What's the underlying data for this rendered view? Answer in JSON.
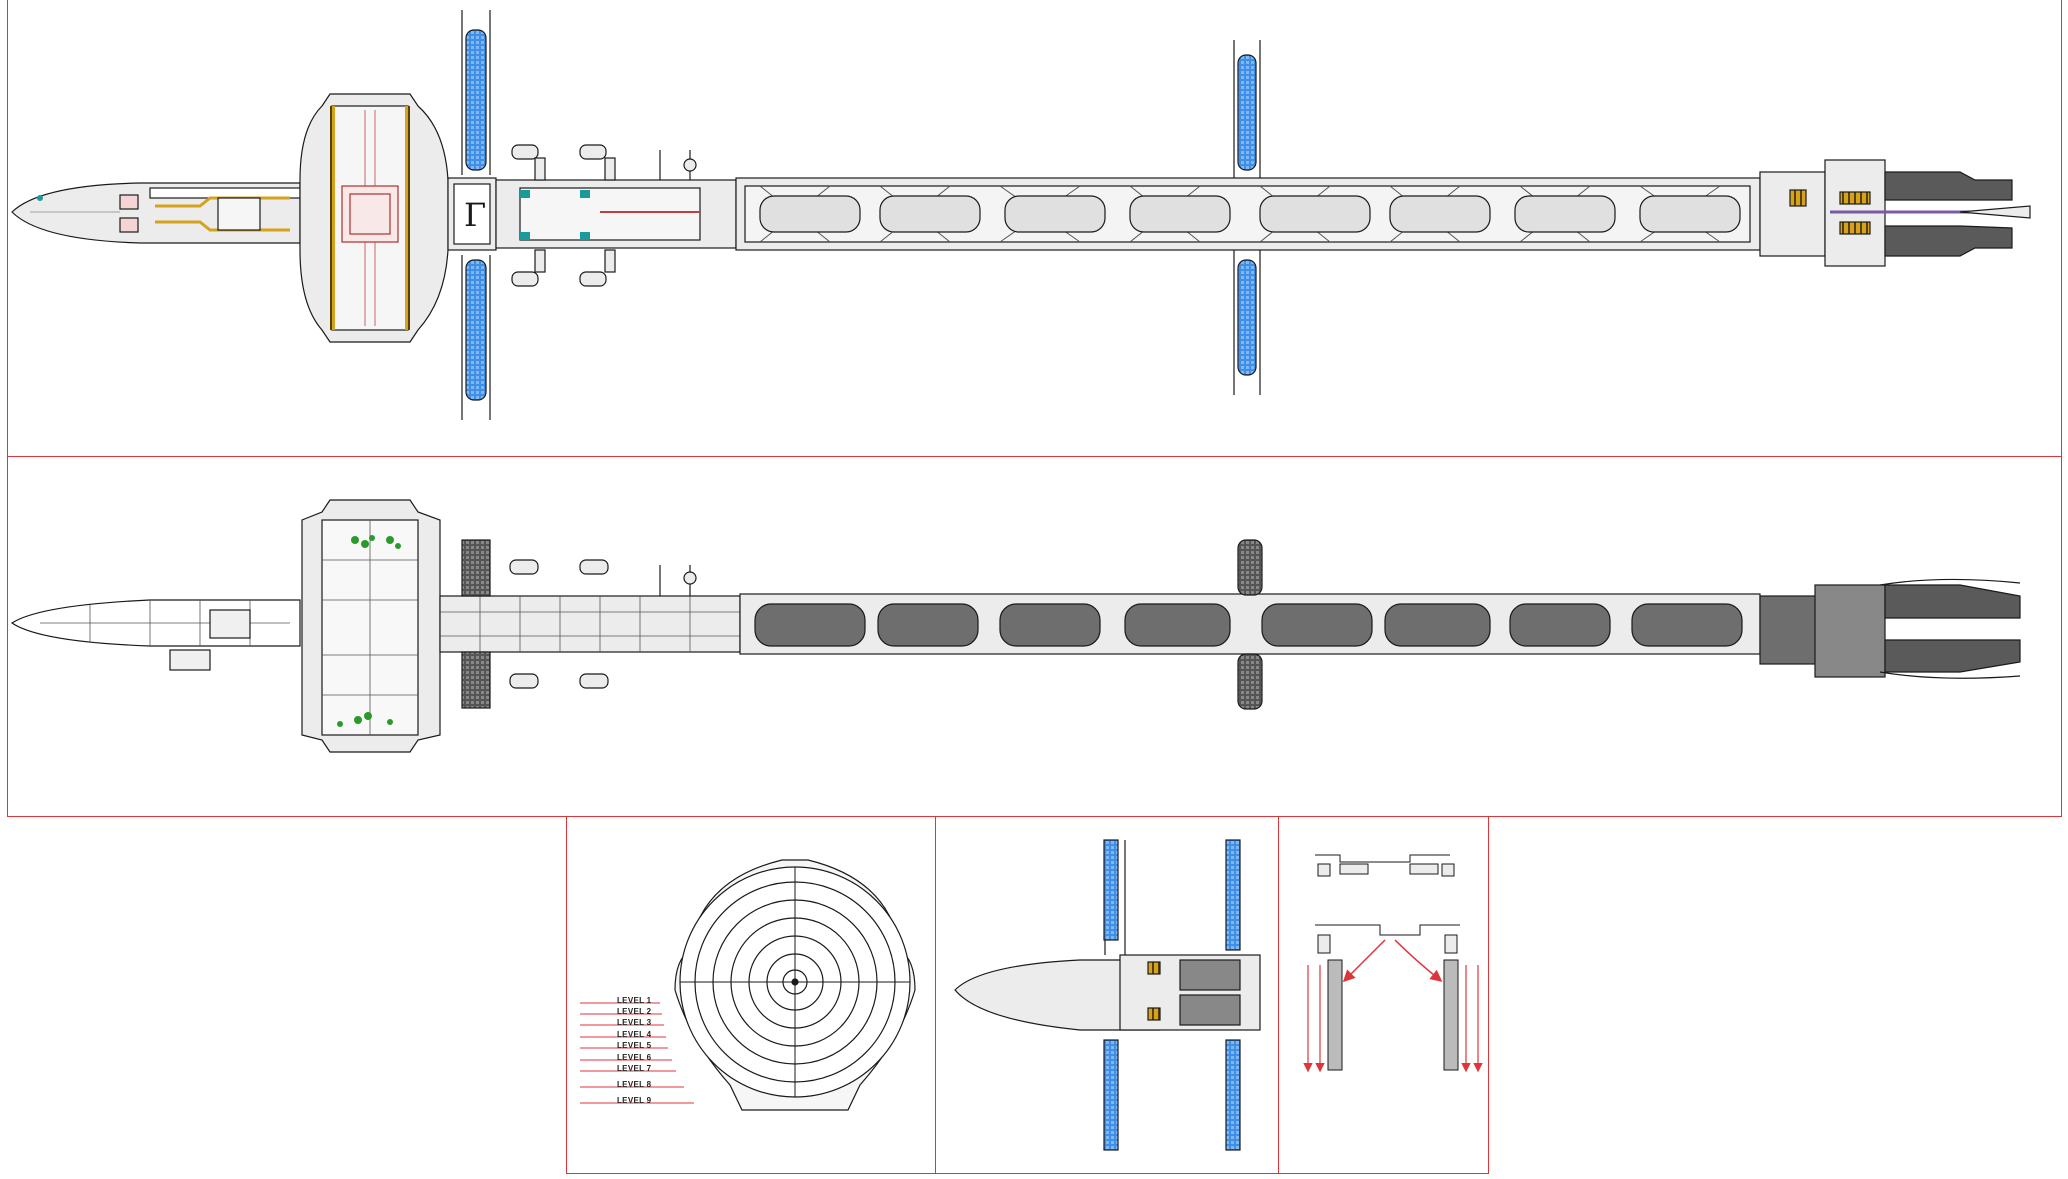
{
  "top_view": {
    "hull_marking": "Γ"
  },
  "cross_section": {
    "levels": [
      "LEVEL 1",
      "LEVEL 2",
      "LEVEL 3",
      "LEVEL 4",
      "LEVEL 5",
      "LEVEL 6",
      "LEVEL 7",
      "LEVEL 8",
      "LEVEL 9"
    ]
  },
  "colors": {
    "frame": "#e0343b",
    "hull": "#ececec",
    "outline": "#1a1a1a",
    "solar_panel": "#3f8fe8",
    "hazard": "#d4a21c",
    "tank_dark": "#6e6e6e",
    "engine": "#5a5a5a",
    "plants": "#2a9a2a",
    "arrow": "#e0343b"
  }
}
